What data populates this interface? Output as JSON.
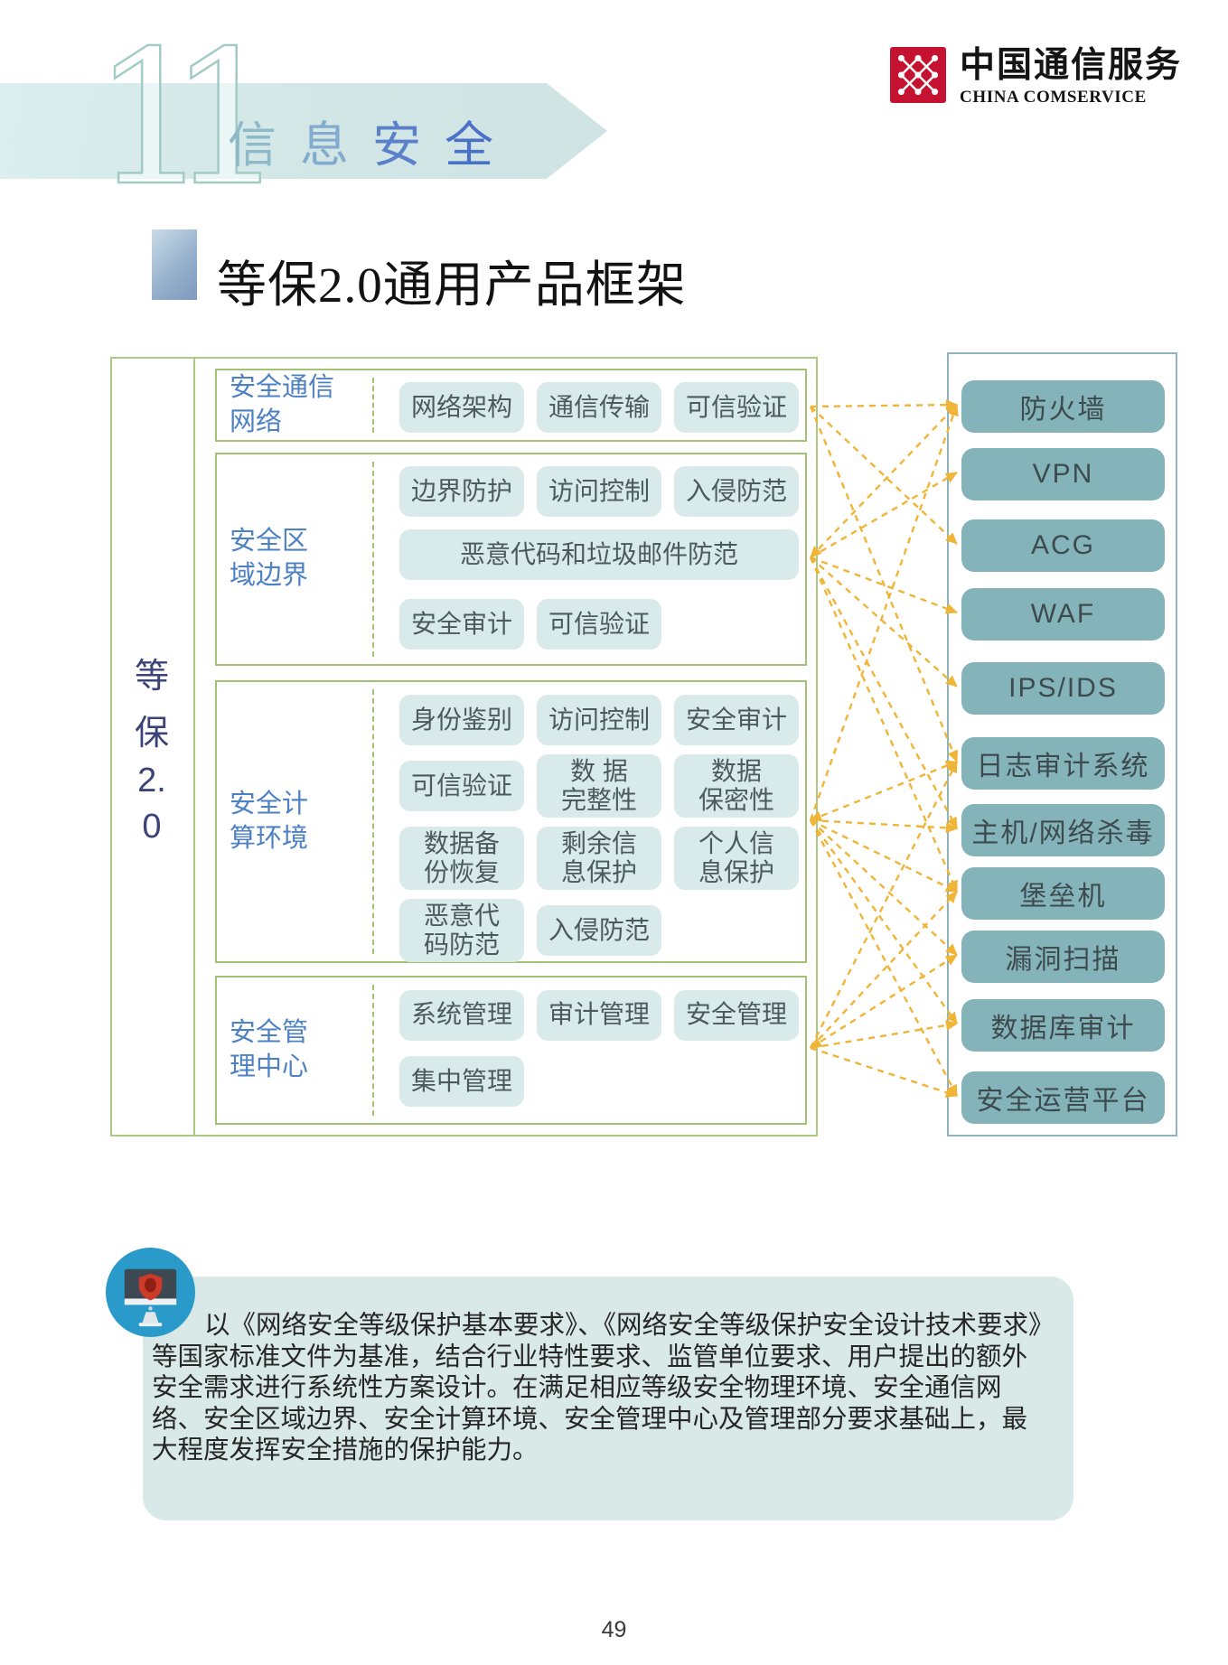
{
  "page_number": "49",
  "header": {
    "chapter_number": "11",
    "title_chars": [
      "信",
      "息",
      "安",
      "全"
    ],
    "title_char_colors": [
      "#8db9c8",
      "#83abcd",
      "#5b80ca",
      "#4a70c8"
    ],
    "logo": {
      "name_cn": "中国通信服务",
      "name_en": "CHINA COMSERVICE"
    }
  },
  "section_title": "等保2.0通用产品框架",
  "diagram": {
    "side_label_chars": [
      "等",
      "保",
      "2.",
      "0"
    ],
    "groups": [
      {
        "label_lines": [
          "安全通信",
          "网络"
        ],
        "items": [
          {
            "text": "网络架构",
            "col": 0,
            "row": 0
          },
          {
            "text": "通信传输",
            "col": 1,
            "row": 0
          },
          {
            "text": "可信验证",
            "col": 2,
            "row": 0
          }
        ]
      },
      {
        "label_lines": [
          "安全区",
          "域边界"
        ],
        "items": [
          {
            "text": "边界防护",
            "col": 0,
            "row": 0
          },
          {
            "text": "访问控制",
            "col": 1,
            "row": 0
          },
          {
            "text": "入侵防范",
            "col": 2,
            "row": 0
          },
          {
            "text": "恶意代码和垃圾邮件防范",
            "col": 0,
            "row": 1,
            "span": 3
          },
          {
            "text": "安全审计",
            "col": 0,
            "row": 2
          },
          {
            "text": "可信验证",
            "col": 1,
            "row": 2
          }
        ]
      },
      {
        "label_lines": [
          "安全计",
          "算环境"
        ],
        "items": [
          {
            "text": "身份鉴别",
            "col": 0,
            "row": 0
          },
          {
            "text": "访问控制",
            "col": 1,
            "row": 0
          },
          {
            "text": "安全审计",
            "col": 2,
            "row": 0
          },
          {
            "text": "可信验证",
            "col": 0,
            "row": 1
          },
          {
            "text": "数 据\n完整性",
            "col": 1,
            "row": 1
          },
          {
            "text": "数据\n保密性",
            "col": 2,
            "row": 1
          },
          {
            "text": "数据备\n份恢复",
            "col": 0,
            "row": 2
          },
          {
            "text": "剩余信\n息保护",
            "col": 1,
            "row": 2
          },
          {
            "text": "个人信\n息保护",
            "col": 2,
            "row": 2
          },
          {
            "text": "恶意代\n码防范",
            "col": 0,
            "row": 3
          },
          {
            "text": "入侵防范",
            "col": 1,
            "row": 3
          }
        ]
      },
      {
        "label_lines": [
          "安全管",
          "理中心"
        ],
        "items": [
          {
            "text": "系统管理",
            "col": 0,
            "row": 0
          },
          {
            "text": "审计管理",
            "col": 1,
            "row": 0
          },
          {
            "text": "安全管理",
            "col": 2,
            "row": 0
          },
          {
            "text": "集中管理",
            "col": 0,
            "row": 1
          }
        ]
      }
    ],
    "products": [
      "防火墙",
      "VPN",
      "ACG",
      "WAF",
      "IPS/IDS",
      "日志审计系统",
      "主机/网络杀毒",
      "堡垒机",
      "漏洞扫描",
      "数据库审计",
      "安全运营平台"
    ],
    "connections": [
      {
        "from": 0,
        "to": 0
      },
      {
        "from": 0,
        "to": 2
      },
      {
        "from": 0,
        "to": 5
      },
      {
        "from": 1,
        "to": 0,
        "both": true
      },
      {
        "from": 1,
        "to": 1
      },
      {
        "from": 1,
        "to": 3
      },
      {
        "from": 1,
        "to": 4
      },
      {
        "from": 1,
        "to": 6
      },
      {
        "from": 1,
        "to": 7
      },
      {
        "from": 2,
        "to": 0
      },
      {
        "from": 2,
        "to": 5,
        "both": true
      },
      {
        "from": 2,
        "to": 6
      },
      {
        "from": 2,
        "to": 7
      },
      {
        "from": 2,
        "to": 8
      },
      {
        "from": 2,
        "to": 9
      },
      {
        "from": 2,
        "to": 10
      },
      {
        "from": 3,
        "to": 5
      },
      {
        "from": 3,
        "to": 7
      },
      {
        "from": 3,
        "to": 8,
        "both": true
      },
      {
        "from": 3,
        "to": 9
      },
      {
        "from": 3,
        "to": 10
      }
    ]
  },
  "note": {
    "text": "以《网络安全等级保护基本要求》、《网络安全等级保护安全设计技术要求》等国家标准文件为基准，结合行业特性要求、监管单位要求、用户提出的额外安全需求进行系统性方案设计。在满足相应等级安全物理环境、安全通信网络、安全区域边界、安全计算环境、安全管理中心及管理部分要求基础上，最大程度发挥安全措施的保护能力。"
  },
  "colors": {
    "green_border": "#a2c374",
    "item_box": "#d9eaea",
    "product_box": "#84b3ba",
    "arrow": "#f0b437",
    "group_label": "#4e80c4",
    "side_label": "#3b4377",
    "banner": "#d4e7e7",
    "panel": "#d8e9e8",
    "icon_circle": "#2a9aca",
    "logo_red": "#c41230"
  }
}
